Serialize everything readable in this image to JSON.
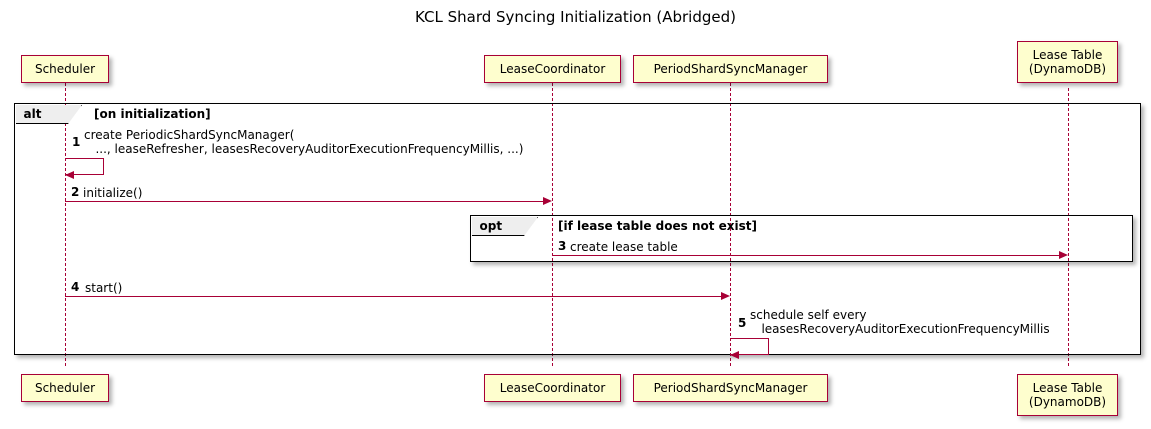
{
  "diagram": {
    "type": "sequence-diagram",
    "title": "KCL Shard Syncing Initialization (Abridged)",
    "colors": {
      "participant_fill": "#FEFECE",
      "participant_border": "#A80036",
      "arrow": "#A80036",
      "frame_border": "#000000",
      "frame_tab_fill": "#EEEEEE",
      "background": "#FFFFFF"
    }
  },
  "participants": [
    {
      "id": "scheduler",
      "label": "Scheduler"
    },
    {
      "id": "lease_coordinator",
      "label": "LeaseCoordinator"
    },
    {
      "id": "period_shard_sync_manager",
      "label": "PeriodShardSyncManager"
    },
    {
      "id": "lease_table",
      "label": "Lease Table\n(DynamoDB)"
    }
  ],
  "frames": [
    {
      "id": "alt-frame",
      "operator": "alt",
      "guard": "[on initialization]"
    },
    {
      "id": "opt-frame",
      "operator": "opt",
      "guard": "[if lease table does not exist]"
    }
  ],
  "messages": [
    {
      "seq": "1",
      "from": "scheduler",
      "to": "scheduler",
      "self": true,
      "text": "create PeriodicShardSyncManager(\n   ..., leaseRefresher, leasesRecoveryAuditorExecutionFrequencyMillis, ...)"
    },
    {
      "seq": "2",
      "from": "scheduler",
      "to": "lease_coordinator",
      "self": false,
      "text": "initialize()"
    },
    {
      "seq": "3",
      "from": "lease_coordinator",
      "to": "lease_table",
      "self": false,
      "text": "create lease table"
    },
    {
      "seq": "4",
      "from": "scheduler",
      "to": "period_shard_sync_manager",
      "self": false,
      "text": "start()"
    },
    {
      "seq": "5",
      "from": "period_shard_sync_manager",
      "to": "period_shard_sync_manager",
      "self": true,
      "text": "schedule self every\n   leasesRecoveryAuditorExecutionFrequencyMillis"
    }
  ]
}
